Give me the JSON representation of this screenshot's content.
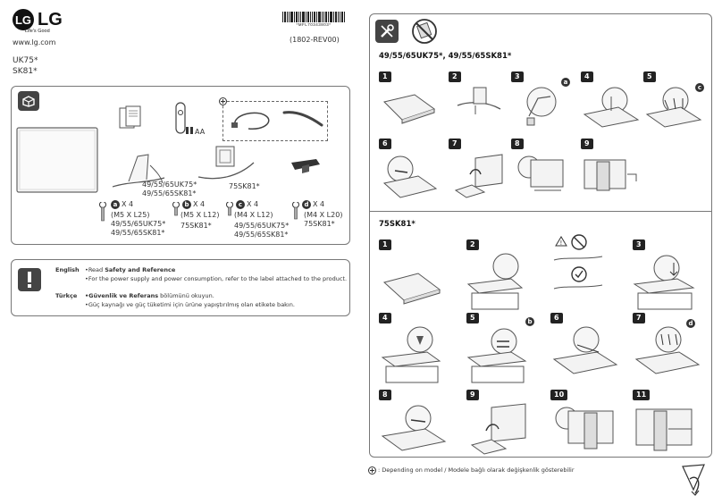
{
  "brand": {
    "logo_letter": "LG",
    "name": "LG",
    "slogan": "Life's Good",
    "website": "www.lg.com"
  },
  "models": {
    "line1": "UK75*",
    "line2": "SK81*"
  },
  "barcode": {
    "code": "*MFL70343803*",
    "revision": "(1802-REV00)"
  },
  "parts": {
    "batteries_label": "AA",
    "stand_models_label_1": "49/55/65UK75*",
    "stand_models_label_2": "49/55/65SK81*",
    "stand_75_label": "75SK81*",
    "screws": [
      {
        "letter": "a",
        "count": "X 4",
        "size": "(M5 X L25)",
        "models_1": "49/55/65UK75*",
        "models_2": "49/55/65SK81*"
      },
      {
        "letter": "b",
        "count": "X 4",
        "size": "(M5 X L12)",
        "models_1": "75SK81*",
        "models_2": ""
      },
      {
        "letter": "c",
        "count": "X 4",
        "size": "(M4 X L12)",
        "models_1": "49/55/65UK75*",
        "models_2": "49/55/65SK81*"
      },
      {
        "letter": "d",
        "count": "X 4",
        "size": "(M4 X L20)",
        "models_1": "75SK81*",
        "models_2": ""
      }
    ]
  },
  "notes": {
    "english_lang": "English",
    "english_line1_pre": "•Read ",
    "english_line1_bold": "Safety and Reference",
    "english_line2": "•For the power supply and power consumption,  refer to the label attached to the product.",
    "turkish_lang": "Türkçe",
    "turkish_line1_bold": "•Güvenlik ve Referans",
    "turkish_line1_post": " bölümünü okuyun.",
    "turkish_line2": "•Güç kaynağı ve güç tüketimi için ürüne yapıştırılmış olan etikete bakın."
  },
  "assembly": {
    "section1_title": "49/55/65UK75*, 49/55/65SK81*",
    "section1_steps": [
      "1",
      "2",
      "3",
      "4",
      "5",
      "6",
      "7",
      "8",
      "9"
    ],
    "section1_callouts": {
      "step3": "a",
      "step5": "c"
    },
    "section2_title": "75SK81*",
    "section2_steps": [
      "1",
      "2",
      "3",
      "4",
      "5",
      "6",
      "7",
      "8",
      "9",
      "10",
      "11"
    ],
    "section2_callouts": {
      "step5": "b",
      "step7": "d"
    }
  },
  "footer": {
    "note": ": Depending on model / Modele bağlı olarak değişkenlik gösterebilir"
  }
}
